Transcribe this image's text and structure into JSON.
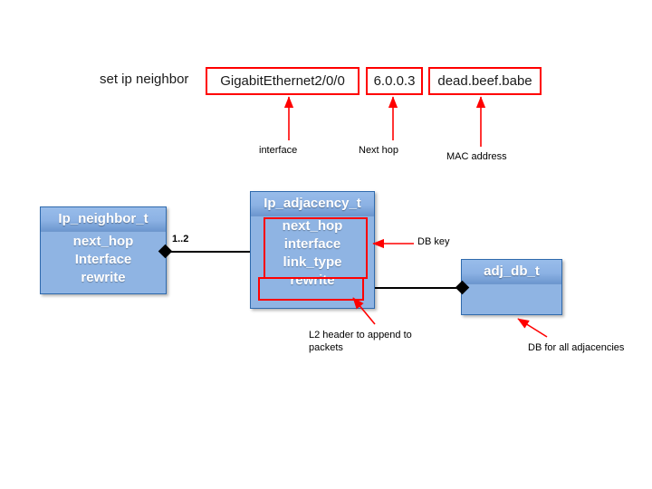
{
  "command": {
    "label": "set ip neighbor",
    "fields": [
      {
        "name": "interface",
        "value": "GigabitEthernet2/0/0",
        "annotation": "interface"
      },
      {
        "name": "next-hop",
        "value": "6.0.0.3",
        "annotation": "Next hop"
      },
      {
        "name": "mac",
        "value": "dead.beef.babe",
        "annotation": "MAC address"
      }
    ]
  },
  "classes": {
    "ip_neighbor": {
      "title": "Ip_neighbor_t",
      "fields": [
        "next_hop",
        "Interface",
        "rewrite"
      ]
    },
    "ip_adjacency": {
      "title": "Ip_adjacency_t",
      "fields": [
        "next_hop",
        "interface",
        "link_type",
        "rewrite"
      ]
    },
    "adj_db": {
      "title": "adj_db_t",
      "fields": []
    }
  },
  "relations": {
    "neighbor_to_adjacency_multiplicity": "1..2"
  },
  "annotations": {
    "db_key": "DB key",
    "l2_header": "L2 header to append to packets",
    "db_for_all_adjacencies": "DB for all adjacencies"
  },
  "colors": {
    "box_fill": "#8FB4E3",
    "box_header_top": "#98BCEA",
    "box_header_bottom": "#6D97CF",
    "box_border": "#2F6AAD",
    "highlight_red": "#FF0000",
    "connector_black": "#000000",
    "text_white": "#FFFFFF",
    "text_dark": "#1A1A1A"
  }
}
